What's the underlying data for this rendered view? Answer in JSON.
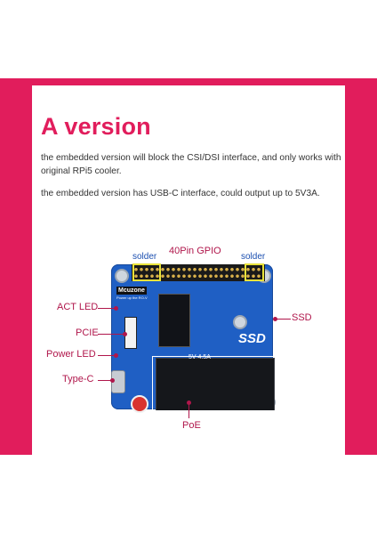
{
  "heading": "A version",
  "paragraphs": [
    "the embedded version will block the CSI/DSI interface, and only works with original RPi5 cooler.",
    "the embedded version has USB-C interface, could output up to 5V3A."
  ],
  "diagram": {
    "labels": {
      "gpio": "40Pin GPIO",
      "solder_left": "solder",
      "solder_right": "solder",
      "act_led": "ACT LED",
      "pcie": "PCIE",
      "power_led": "Power LED",
      "type_c": "Type-C",
      "ssd": "SSD",
      "poe": "PoE"
    },
    "board": {
      "brand": "Mcuzone",
      "brand_sub": "Power up the RO-V",
      "ssd_mark": "SSD",
      "poe_spec": "5V 4.5A"
    }
  },
  "colors": {
    "accent": "#e11d5c",
    "board": "#1f5fc4",
    "highlight": "#e8e23a"
  }
}
